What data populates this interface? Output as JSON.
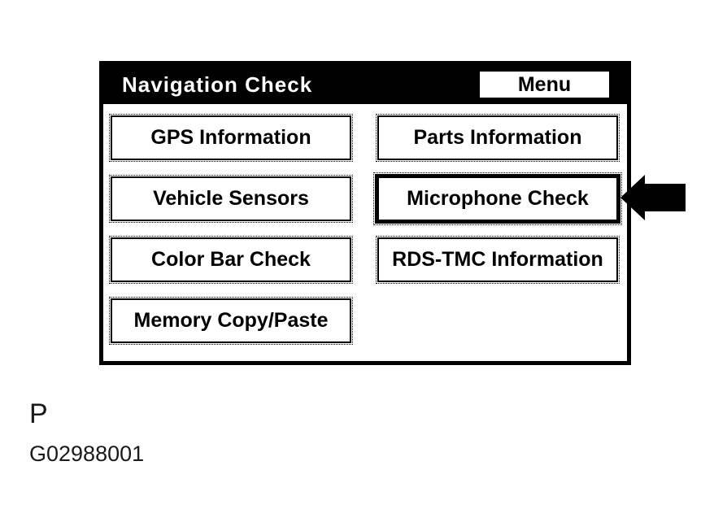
{
  "screen": {
    "title": "Navigation Check",
    "menu_button_label": "Menu",
    "buttons": [
      {
        "label": "GPS Information",
        "selected": false
      },
      {
        "label": "Parts Information",
        "selected": false
      },
      {
        "label": "Vehicle Sensors",
        "selected": false
      },
      {
        "label": "Microphone Check",
        "selected": true
      },
      {
        "label": "Color Bar Check",
        "selected": false
      },
      {
        "label": "RDS-TMC Information",
        "selected": false
      },
      {
        "label": "Memory Copy/Paste",
        "selected": false
      }
    ],
    "colors": {
      "titlebar_bg": "#000000",
      "titlebar_text": "#ffffff",
      "screen_bg": "#ffffff",
      "button_border": "#000000",
      "arrow": "#000000"
    }
  },
  "annotation": {
    "arrow_icon": "left-pointing-arrow",
    "points_at": "Microphone Check"
  },
  "figure": {
    "page_marker": "P",
    "figure_id": "G02988001"
  }
}
